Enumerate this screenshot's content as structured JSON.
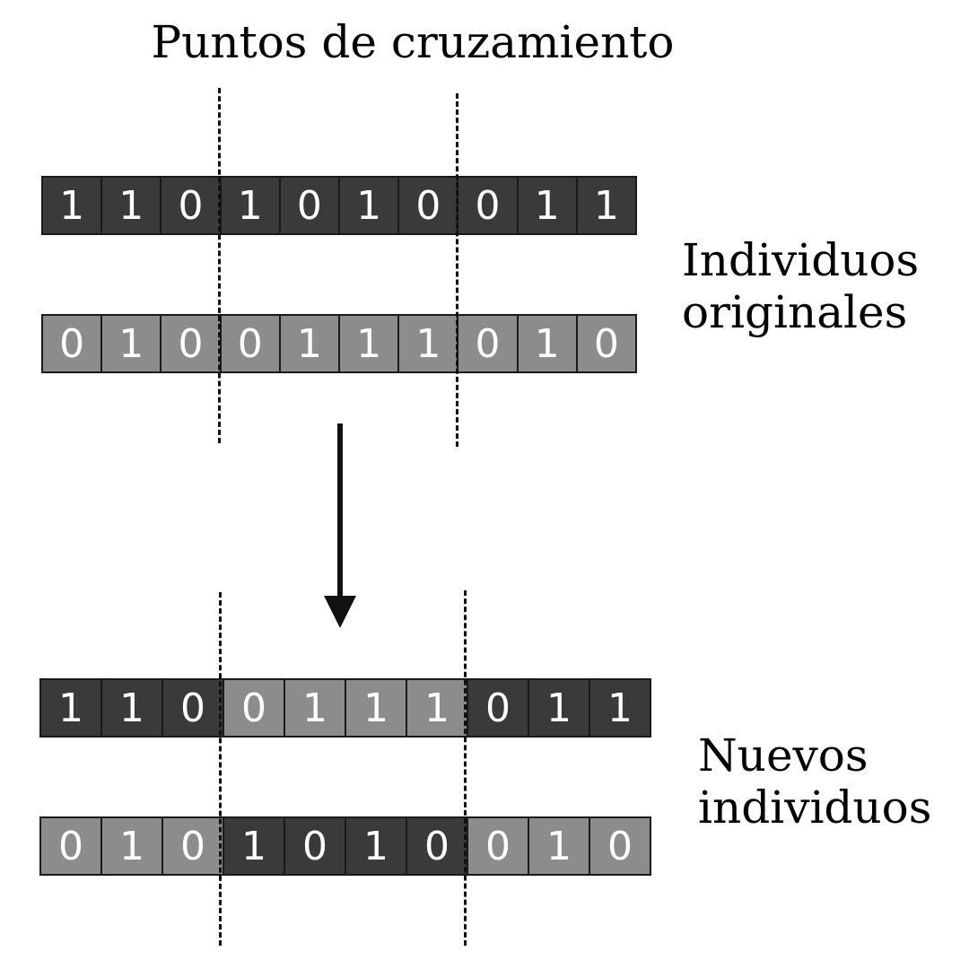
{
  "title": "Puntos de cruzamiento",
  "labels": {
    "original_line1": "Individuos",
    "original_line2": "originales",
    "new_line1": "Nuevos",
    "new_line2": "individuos"
  },
  "strips": {
    "parent1": {
      "bits": [
        "1",
        "1",
        "0",
        "1",
        "0",
        "1",
        "0",
        "0",
        "1",
        "1"
      ],
      "shades": [
        "dark",
        "dark",
        "dark",
        "dark",
        "dark",
        "dark",
        "dark",
        "dark",
        "dark",
        "dark"
      ]
    },
    "parent2": {
      "bits": [
        "0",
        "1",
        "0",
        "0",
        "1",
        "1",
        "1",
        "0",
        "1",
        "0"
      ],
      "shades": [
        "light",
        "light",
        "light",
        "light",
        "light",
        "light",
        "light",
        "light",
        "light",
        "light"
      ]
    },
    "child1": {
      "bits": [
        "1",
        "1",
        "0",
        "0",
        "1",
        "1",
        "1",
        "0",
        "1",
        "1"
      ],
      "shades": [
        "dark",
        "dark",
        "dark",
        "light",
        "light",
        "light",
        "light",
        "dark",
        "dark",
        "dark"
      ]
    },
    "child2": {
      "bits": [
        "0",
        "1",
        "0",
        "1",
        "0",
        "1",
        "0",
        "0",
        "1",
        "0"
      ],
      "shades": [
        "light",
        "light",
        "light",
        "dark",
        "dark",
        "dark",
        "dark",
        "light",
        "light",
        "light"
      ]
    }
  },
  "colors": {
    "dark": "#3a3a3a",
    "light": "#8c8c8c",
    "digit": "#ffffff"
  },
  "icons": {
    "arrow": "down-arrow-icon"
  }
}
